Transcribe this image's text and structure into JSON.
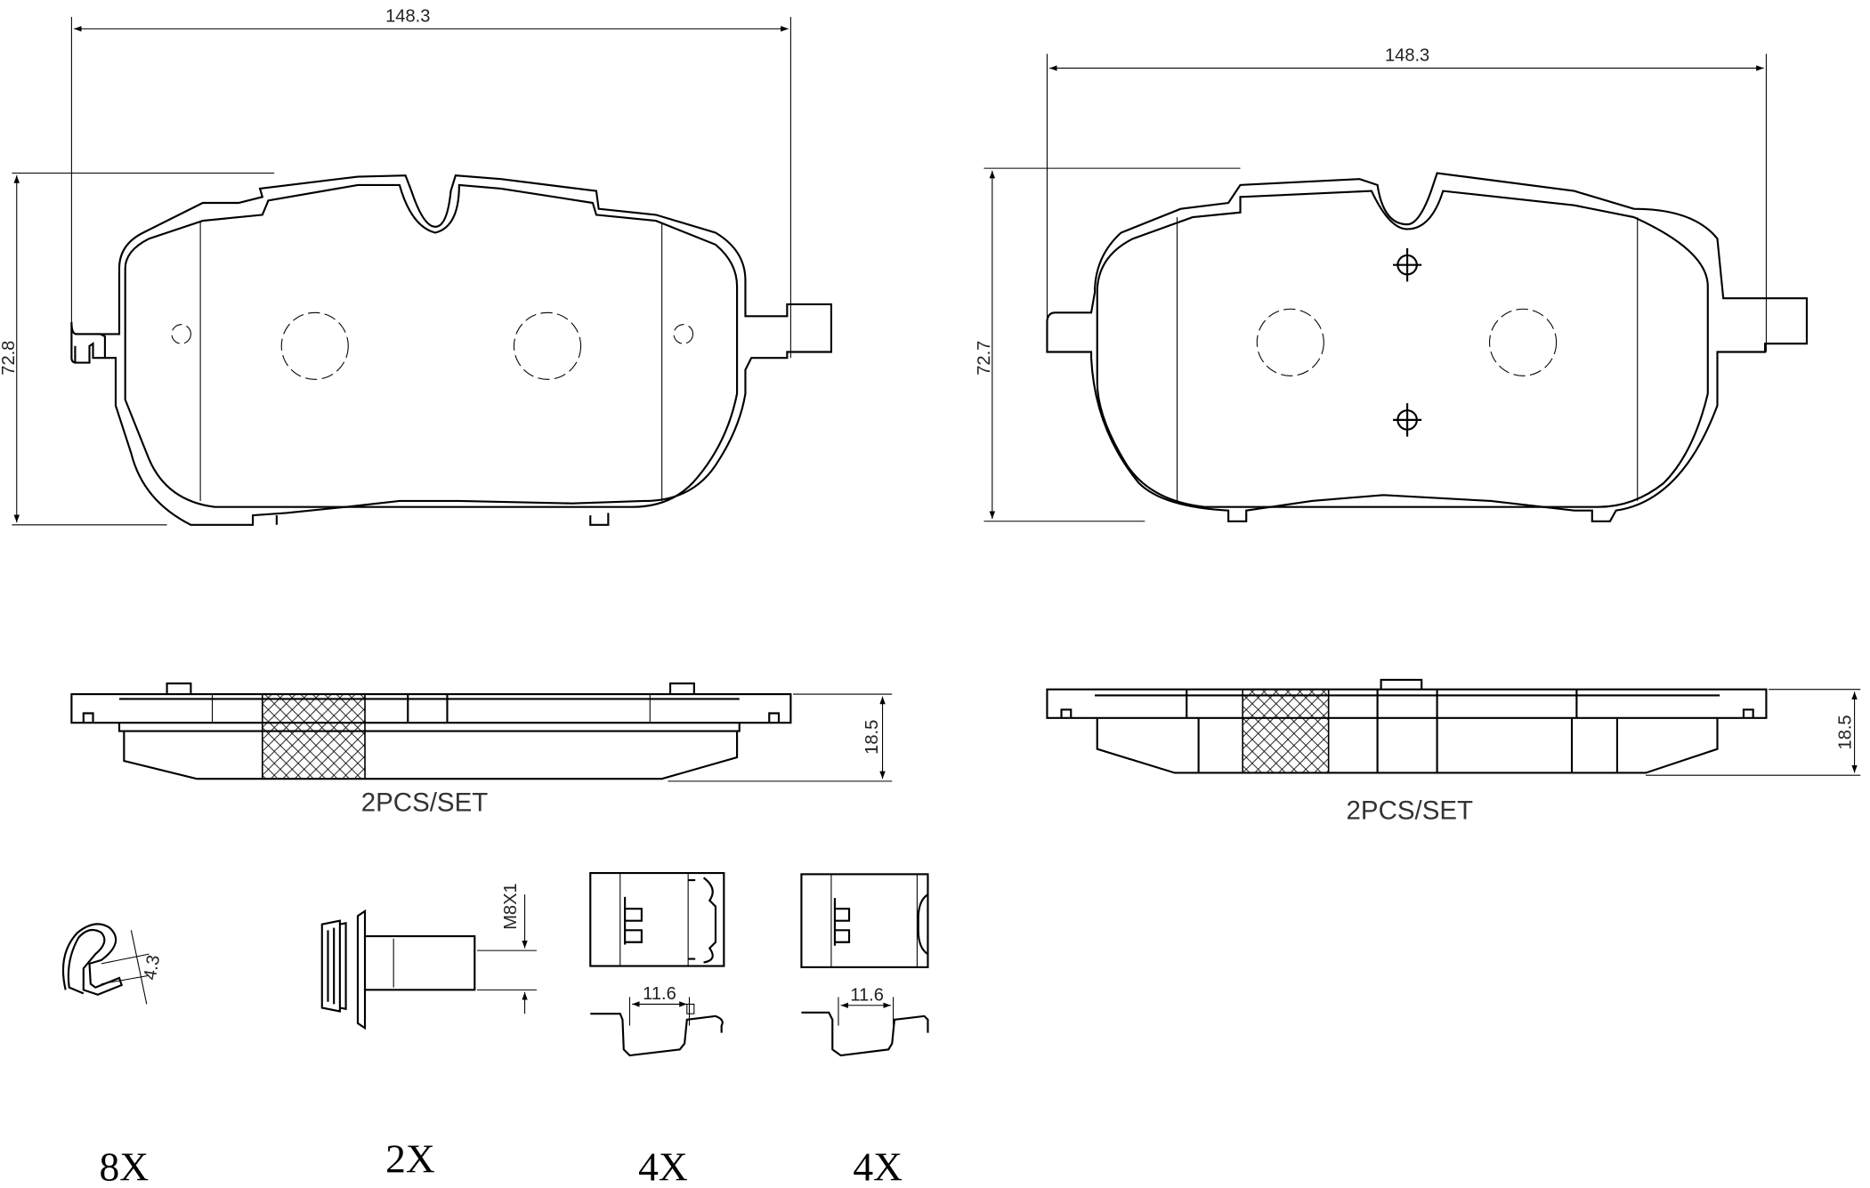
{
  "left_pad": {
    "width_dim": "148.3",
    "height_dim": "72.8",
    "thickness_dim": "18.5",
    "set_label": "2PCS/SET"
  },
  "right_pad": {
    "width_dim": "148.3",
    "height_dim": "72.7",
    "thickness_dim": "18.5",
    "set_label": "2PCS/SET"
  },
  "hardware": [
    {
      "name": "spring-clip",
      "dim": "4.3",
      "qty": "8X"
    },
    {
      "name": "bolt",
      "dim": "M8X1",
      "qty": "2X"
    },
    {
      "name": "abutment-clip-a",
      "dim": "11.6",
      "qty": "4X"
    },
    {
      "name": "abutment-clip-b",
      "dim": "11.6",
      "qty": "4X"
    }
  ]
}
